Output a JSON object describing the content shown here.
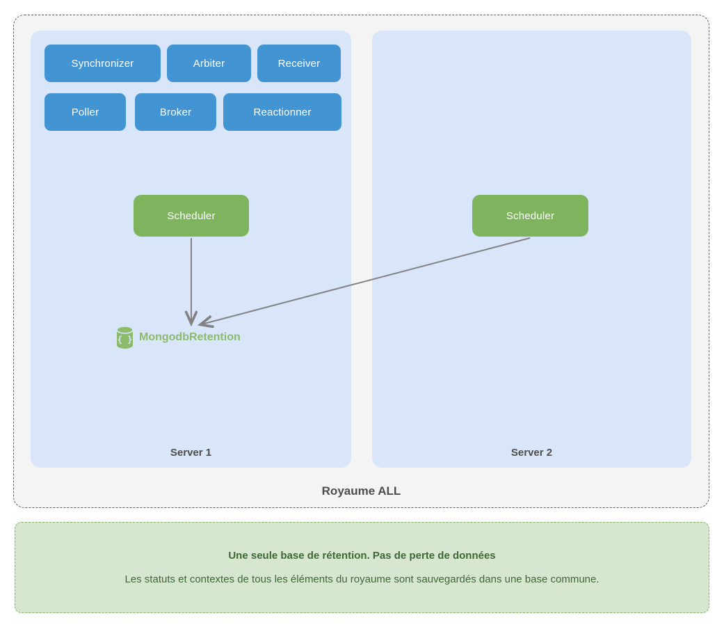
{
  "kingdom": {
    "label": "Royaume ALL",
    "servers": [
      {
        "label": "Server 1",
        "daemons": [
          "Synchronizer",
          "Arbiter",
          "Receiver",
          "Poller",
          "Broker",
          "Reactionner"
        ],
        "scheduler_label": "Scheduler",
        "database": {
          "label": "MongodbRetention",
          "icon": "database-icon",
          "icon_symbol": "{ }"
        }
      },
      {
        "label": "Server 2",
        "scheduler_label": "Scheduler"
      }
    ]
  },
  "note": {
    "title": "Une seule base de rétention. Pas de perte de données",
    "body": "Les statuts et contextes de tous les éléments du royaume sont sauvegardés dans une base commune."
  },
  "colors": {
    "daemon_blue": "#4294d3",
    "server_panel_blue": "#d9e6f9",
    "scheduler_green": "#7fb45f",
    "mongo_green": "#8cbb6b",
    "kingdom_background": "#f4f4f4",
    "kingdom_border": "#5b5b5b",
    "label_dark": "#4d4d4d",
    "arrow_gray": "#828282",
    "note_background": "#d7e7cf",
    "note_border": "#82b366",
    "note_text": "#3f6637"
  }
}
